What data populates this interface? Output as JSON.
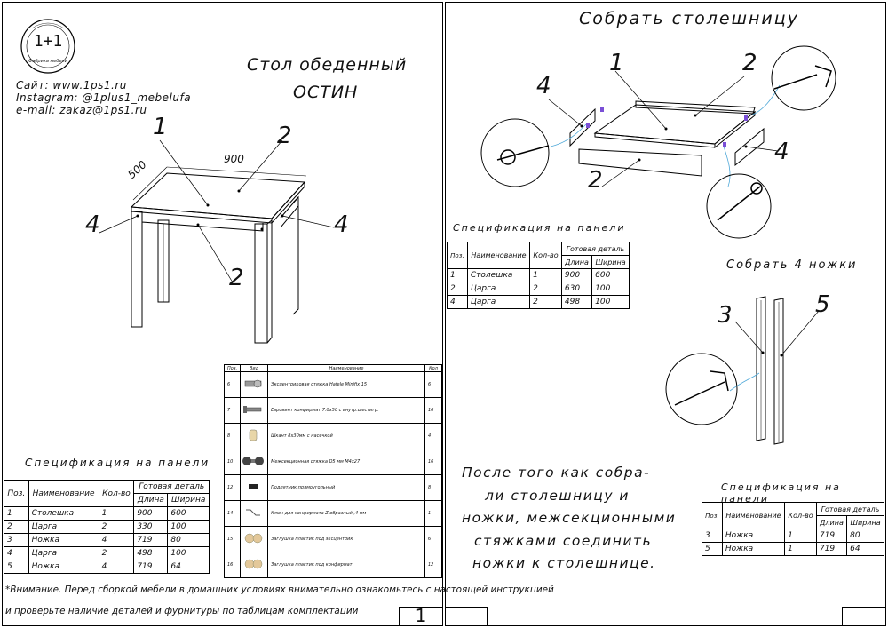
{
  "logo": {
    "text": "1+1",
    "ring_text": "Фабрика мебели"
  },
  "product": {
    "title_line1": "Стол обеденный",
    "title_line2": "ОСТИН"
  },
  "contacts": {
    "site": "Сайт:  www.1ps1.ru",
    "instagram": "Instagram: @1plus1_mebelufa",
    "email": "e-mail: zakaz@1ps1.ru"
  },
  "dims": {
    "length": "900",
    "width": "500"
  },
  "callouts_left": {
    "c1": "1",
    "c2": "2",
    "c2b": "2",
    "c4a": "4",
    "c4b": "4"
  },
  "spec_left": {
    "title": "Спецификация на панели",
    "headers": {
      "pos": "Поз.",
      "name": "Наименование",
      "qty": "Кол-во",
      "ready": "Готовая деталь",
      "len": "Длина",
      "wid": "Ширина"
    },
    "rows": [
      {
        "pos": "1",
        "name": "Столешка",
        "qty": "1",
        "len": "900",
        "wid": "600"
      },
      {
        "pos": "2",
        "name": "Царга",
        "qty": "2",
        "len": "330",
        "wid": "100"
      },
      {
        "pos": "3",
        "name": "Ножка",
        "qty": "4",
        "len": "719",
        "wid": "80"
      },
      {
        "pos": "4",
        "name": "Царга",
        "qty": "2",
        "len": "498",
        "wid": "100"
      },
      {
        "pos": "5",
        "name": "Ножка",
        "qty": "4",
        "len": "719",
        "wid": "64"
      }
    ]
  },
  "hardware": {
    "headers": {
      "pos": "Поз.",
      "view": "Вид",
      "name": "Наименование",
      "qty": "Кол"
    },
    "rows": [
      {
        "pos": "6",
        "name": "Эксцентриковая стяжка Hafele Minifix 15",
        "qty": "6"
      },
      {
        "pos": "7",
        "name": "Евровинт конфирмат 7.0х50 с внутр.шестигр.",
        "qty": "16"
      },
      {
        "pos": "8",
        "name": "Шкант 8х30мм с насечкой",
        "qty": "4"
      },
      {
        "pos": "10",
        "name": "Межсекционная стяжка D5 мм M4х27",
        "qty": "16"
      },
      {
        "pos": "12",
        "name": "Подпятник прямоугольный",
        "qty": "8"
      },
      {
        "pos": "14",
        "name": "Ключ для конфирмата Z-образный ,4 мм",
        "qty": "1"
      },
      {
        "pos": "15",
        "name": "Заглушка пластик под эксцентрик",
        "qty": "6"
      },
      {
        "pos": "16",
        "name": "Заглушка пластик под конфирмат",
        "qty": "12"
      }
    ]
  },
  "warning": {
    "line1": "*Внимание. Перед сборкой мебели в домашних условиях внимательно ознакомьтесь с настоящей инструкцией",
    "line2": "и проверьте наличие деталей и фурнитуры по таблицам комплектации"
  },
  "page_number": "1",
  "right": {
    "heading_top": "Собрать столешницу",
    "callouts": {
      "c1": "1",
      "c2": "2",
      "c2b": "2",
      "c4a": "4",
      "c4b": "4",
      "c3": "3",
      "c5": "5"
    },
    "spec_top": {
      "title": "Спецификация на панели",
      "headers": {
        "pos": "Поз.",
        "name": "Наименование",
        "qty": "Кол-во",
        "ready": "Готовая деталь",
        "len": "Длина",
        "wid": "Ширина"
      },
      "rows": [
        {
          "pos": "1",
          "name": "Столешка",
          "qty": "1",
          "len": "900",
          "wid": "600"
        },
        {
          "pos": "2",
          "name": "Царга",
          "qty": "2",
          "len": "630",
          "wid": "100"
        },
        {
          "pos": "4",
          "name": "Царга",
          "qty": "2",
          "len": "498",
          "wid": "100"
        }
      ]
    },
    "heading_legs": "Собрать 4 ножки",
    "instruction": [
      "После того как собра-",
      "ли столешницу и",
      "ножки, межсекционными",
      "стяжками соединить",
      "ножки к столешнице."
    ],
    "spec_bottom": {
      "title": "Спецификация на панели",
      "headers": {
        "pos": "Поз.",
        "name": "Наименование",
        "qty": "Кол-во",
        "ready": "Готовая деталь",
        "len": "Длина",
        "wid": "Ширина"
      },
      "rows": [
        {
          "pos": "3",
          "name": "Ножка",
          "qty": "1",
          "len": "719",
          "wid": "80"
        },
        {
          "pos": "5",
          "name": "Ножка",
          "qty": "1",
          "len": "719",
          "wid": "64"
        }
      ]
    }
  }
}
